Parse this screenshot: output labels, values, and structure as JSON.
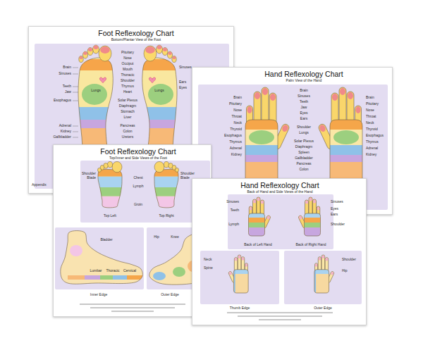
{
  "diagram": {
    "nodes": [
      {
        "text": [
          "Foot Reflexology Chart",
          "Bottom/Plantar View of the Foot"
        ]
      },
      {
        "text": [
          "Hand Reflexology Chart",
          "Palm View of the Hand"
        ]
      },
      {
        "text": [
          "Foot Reflexology Chart",
          "Top/Inner and Side Views of the Foot"
        ]
      },
      {
        "text": [
          "Hand Reflexology Chart",
          "Back of Hand and Side Views of the Hand"
        ]
      }
    ],
    "labels": [
      "Brain",
      "Sinuses",
      "Teeth",
      "Jaw",
      "Esophagus",
      "Adrenal",
      "Kidney",
      "Gallbladder",
      "Appendix",
      "Pituitary",
      "Nose",
      "Occiput",
      "Mouth",
      "Thoracic",
      "Shoulder",
      "Thymus",
      "Heart",
      "Solar Plexus",
      "Diaphragm",
      "Stomach",
      "Liver",
      "Pancreas",
      "Colon",
      "Ureters",
      "Lungs",
      "Lungs",
      "Sinuses",
      "Ears",
      "Eyes",
      "Brain",
      "Pituitary",
      "Nose",
      "Throat",
      "Neck",
      "Thyroid",
      "Esophagus",
      "Thymus",
      "Adrenal",
      "Kidney",
      "Brain",
      "Pituitary",
      "Nose",
      "Throat",
      "Neck",
      "Thyroid",
      "Esophagus",
      "Thymus",
      "Adrenal",
      "Kidney",
      "Brain",
      "Sinuses",
      "Teeth",
      "Jaw",
      "Eyes",
      "Ears",
      "Shoulder",
      "Lungs",
      "Solar Plexus",
      "Diaphragm",
      "Spleen",
      "Gallbladder",
      "Pancreas",
      "Colon",
      "Shoulder Blade",
      "Shoulder Blade",
      "Chest",
      "Lymph",
      "Groin",
      "Top Left",
      "Top Right",
      "Cervical",
      "Thoracic",
      "Lumbar",
      "Bladder",
      "Inner Edge",
      "Outer Edge",
      "Hip",
      "Knee",
      "Sinuses",
      "Teeth",
      "Lymph",
      "Sinuses",
      "Eyes",
      "Ears",
      "Shoulder",
      "Back of Left Hand",
      "Back of Right Hand",
      "Thumb Edge",
      "Outer Edge",
      "Neck",
      "Spine",
      "Shoulder",
      "Hip"
    ]
  }
}
